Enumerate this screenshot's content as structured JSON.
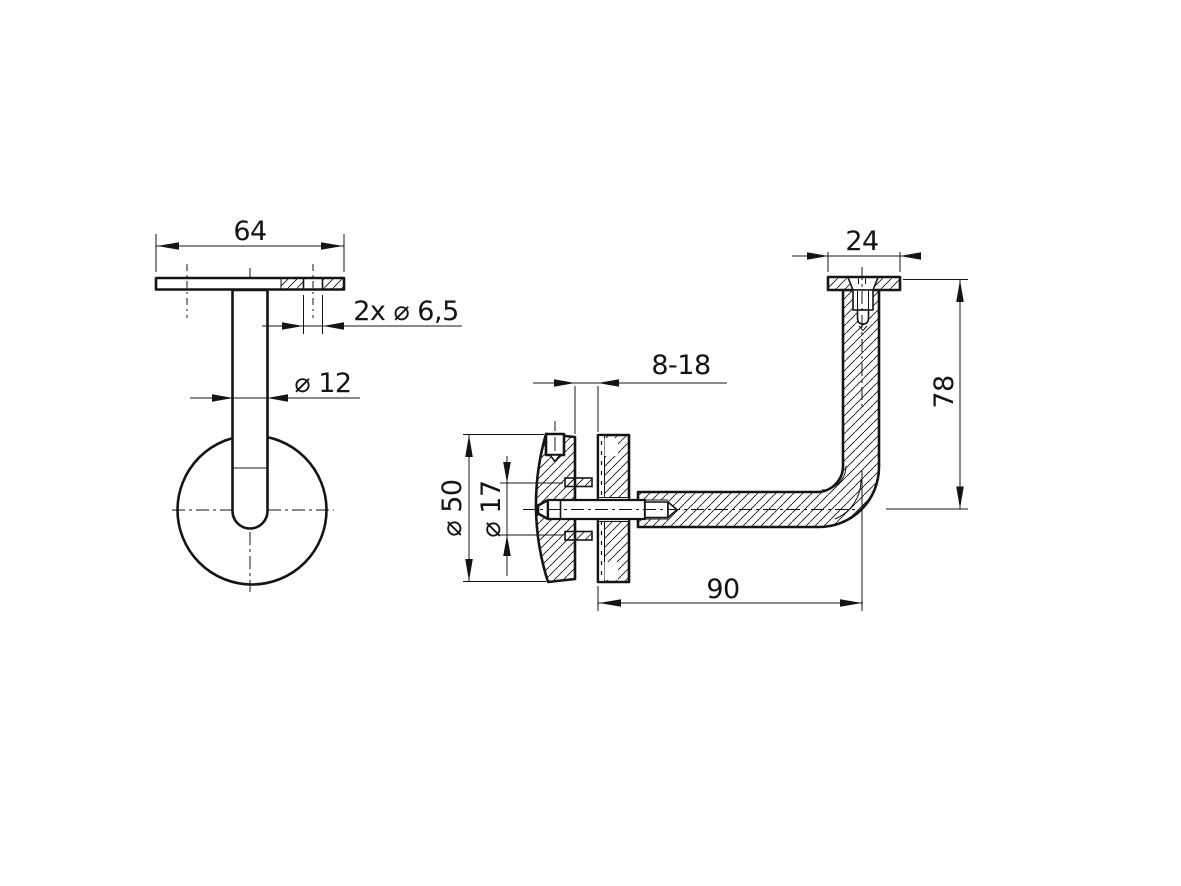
{
  "drawing": {
    "title": "handrail-bracket-technical-drawing",
    "colors": {
      "line": "#141414",
      "background": "#ffffff"
    },
    "front_view": {
      "top_plate_width": "64",
      "mount_holes": "2x ⌀ 6,5",
      "post_diameter": "⌀ 12"
    },
    "side_view": {
      "handrail_plate_width": "24",
      "arm_height": "78",
      "clamp_range": "8-18",
      "cover_diameter": "⌀ 50",
      "boss_diameter": "⌀ 17",
      "arm_length": "90"
    }
  }
}
